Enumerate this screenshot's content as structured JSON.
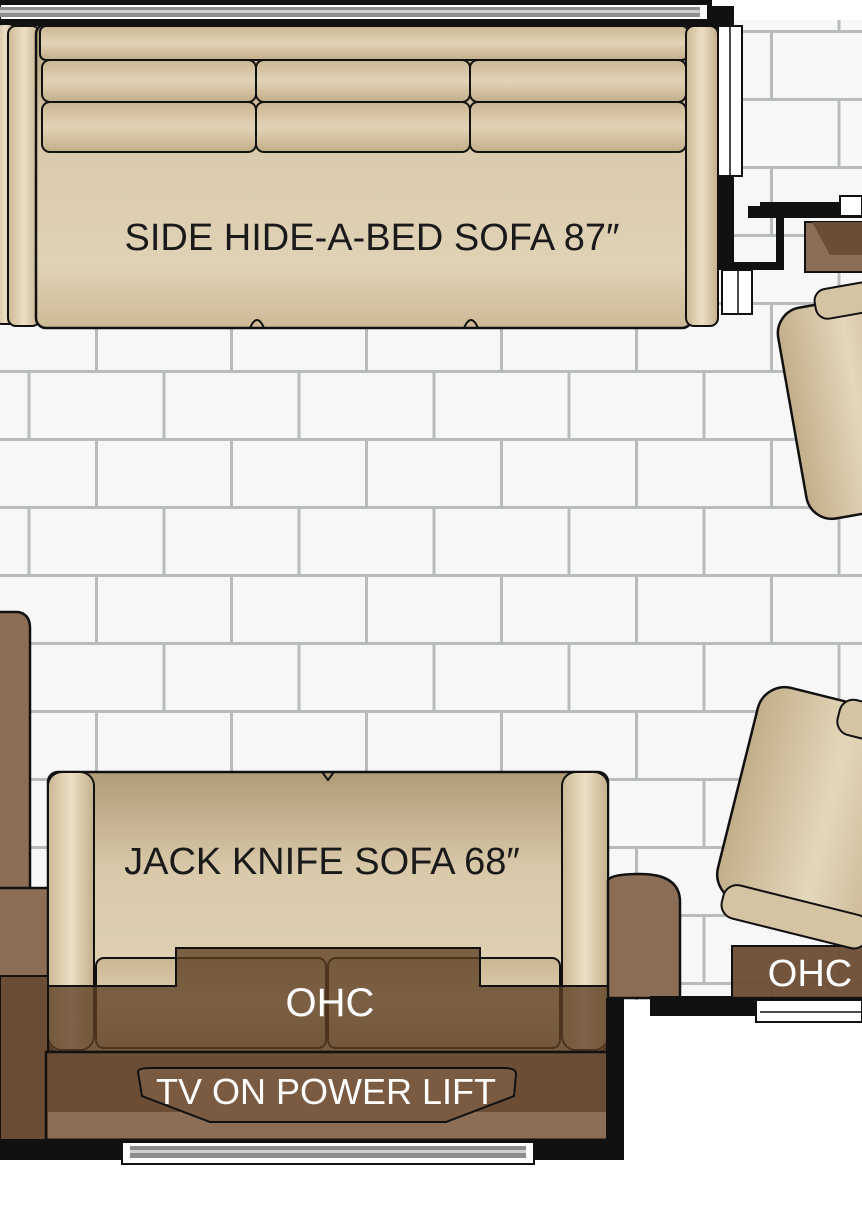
{
  "labels": {
    "side_sofa": "SIDE HIDE-A-BED SOFA 87″",
    "jack_sofa": "JACK KNIFE SOFA 68″",
    "ohc_left": "OHC",
    "ohc_right": "OHC",
    "tv_lift": "TV ON POWER LIFT"
  },
  "colors": {
    "floor": "#f6f7f6",
    "tile_grout": "#b9bcbd",
    "upholstery_light": "#d9c9aa",
    "upholstery_mid": "#c6b28f",
    "upholstery_dark": "#a48f6c",
    "cabinet_brown": "#8b6e55",
    "cabinet_dark": "#6b4c34",
    "overlay_brown": "#5e3f24",
    "wall": "#111111",
    "label_dark": "#1a1a1a",
    "label_light": "#ffffff"
  }
}
